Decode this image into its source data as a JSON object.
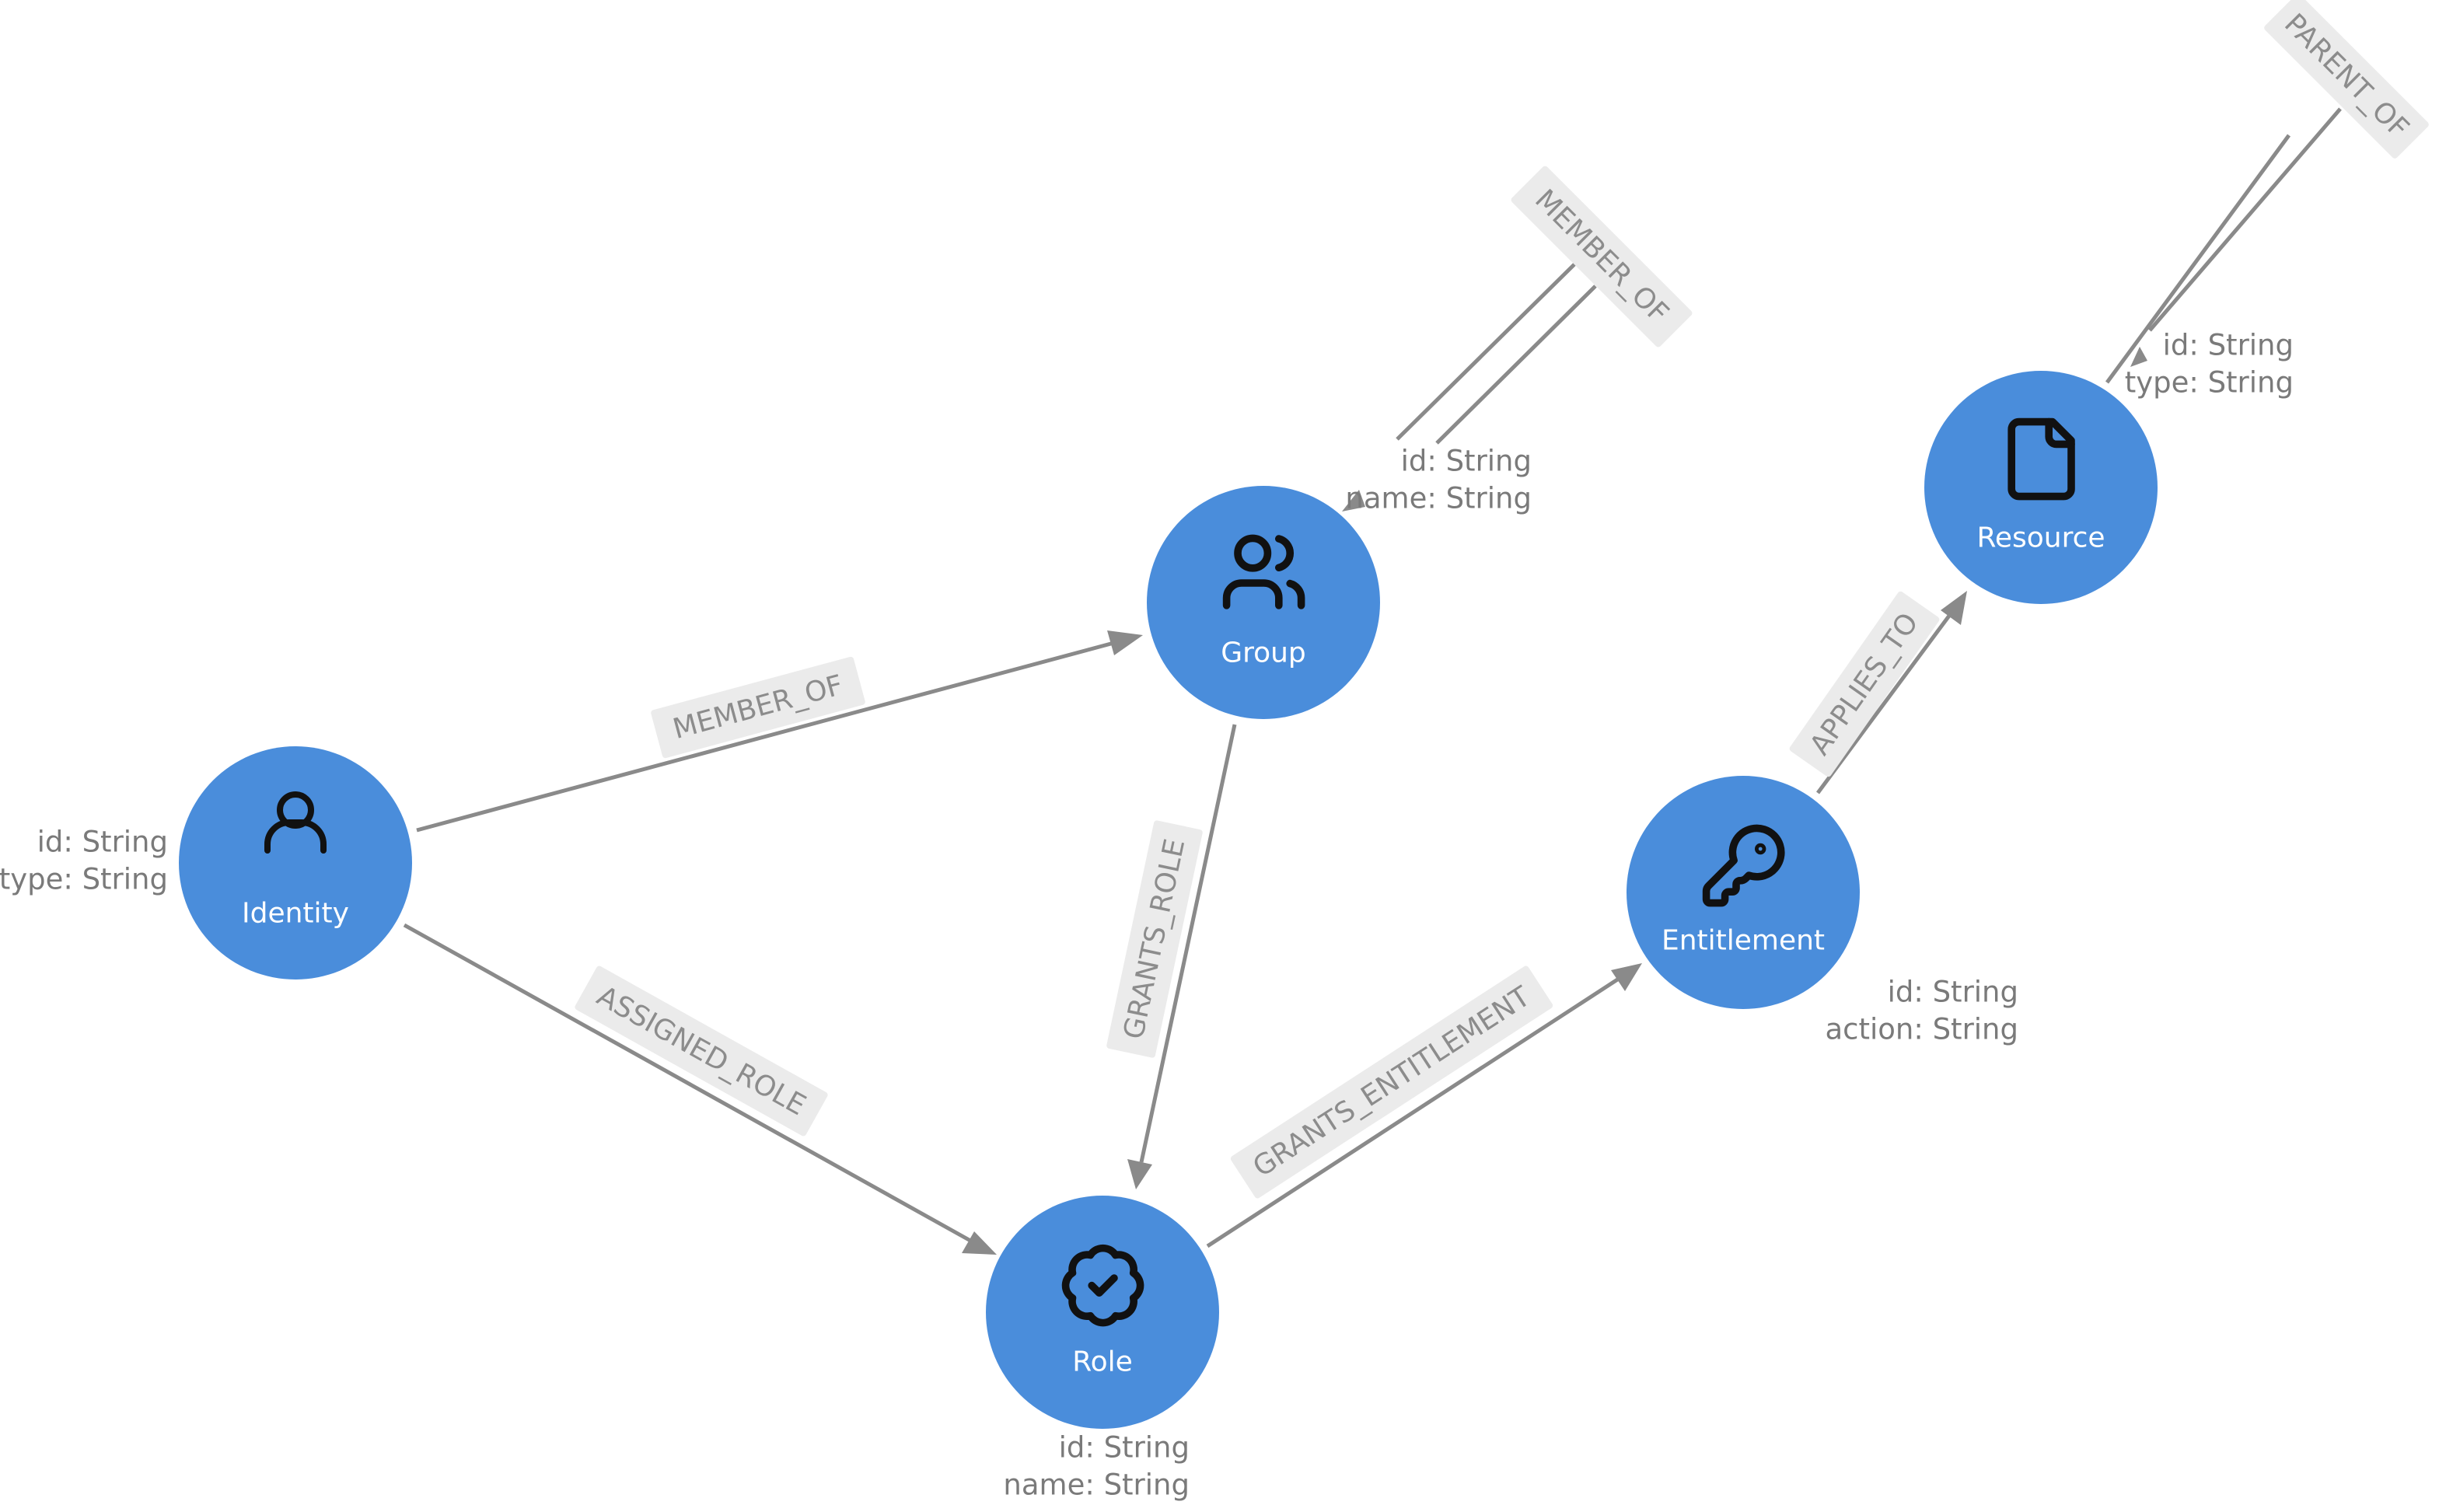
{
  "nodes": {
    "identity": {
      "label": "Identity",
      "icon": "user-icon",
      "props": [
        "id: String",
        "type: String"
      ]
    },
    "group": {
      "label": "Group",
      "icon": "users-icon",
      "props": [
        "id: String",
        "name: String"
      ]
    },
    "role": {
      "label": "Role",
      "icon": "badge-check-icon",
      "props": [
        "id: String",
        "name: String"
      ]
    },
    "entitlement": {
      "label": "Entitlement",
      "icon": "key-icon",
      "props": [
        "id: String",
        "action: String"
      ]
    },
    "resource": {
      "label": "Resource",
      "icon": "file-icon",
      "props": [
        "id: String",
        "type: String"
      ]
    }
  },
  "edges": {
    "identity_group": "MEMBER_OF",
    "identity_role": "ASSIGNED_ROLE",
    "group_role": "GRANTS_ROLE",
    "role_entitlement": "GRANTS_ENTITLEMENT",
    "entitlement_resource": "APPLIES_TO",
    "group_self": "MEMBER_OF",
    "resource_self": "PARENT_OF"
  },
  "colors": {
    "node_fill": "#4a8ddb",
    "edge": "#8a8a8a",
    "edge_label_bg": "#ebebeb",
    "prop_text": "#7a7a7a"
  }
}
